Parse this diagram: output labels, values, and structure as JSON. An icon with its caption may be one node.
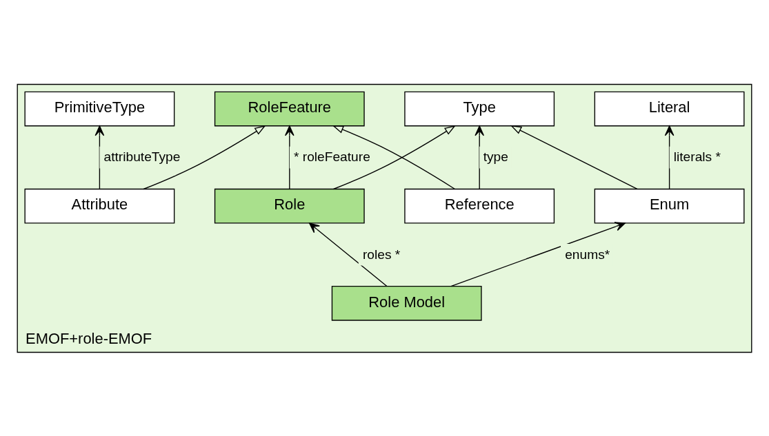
{
  "diagram": {
    "nodes": [
      {
        "text": [
          "EMOF+role-EMOF"
        ]
      },
      {
        "text": [
          "Literal"
        ],
        "in": 0
      },
      {
        "text": [
          "Type"
        ],
        "in": 0
      },
      {
        "text": [
          "Enum"
        ],
        "in": 0
      },
      {
        "text": [
          "Role Model"
        ],
        "in": 0
      },
      {
        "text": [
          "Role"
        ],
        "in": 0
      },
      {
        "text": [
          "RoleFeature"
        ],
        "in": 0
      },
      {
        "text": [
          "PrimitiveType"
        ],
        "in": 0
      },
      {
        "text": [
          "Attribute"
        ],
        "in": 0
      },
      {
        "text": [
          "Reference"
        ],
        "in": 0
      }
    ],
    "edges": [
      {
        "from": 3,
        "to": 1,
        "arrow": "to",
        "label": "literals *"
      },
      {
        "from": 3,
        "to": 2,
        "arrow": "to"
      },
      {
        "from": 4,
        "to": 3,
        "arrow": "to",
        "label": "enums*"
      },
      {
        "from": 4,
        "to": 5,
        "arrow": "to",
        "label": "roles *"
      },
      {
        "from": 5,
        "to": 2,
        "arrow": "to"
      },
      {
        "from": 5,
        "to": 6,
        "arrow": "to",
        "label": "* roleFeature"
      },
      {
        "from": 8,
        "to": 6,
        "arrow": "to"
      },
      {
        "from": 9,
        "to": 6,
        "arrow": "to"
      },
      {
        "from": 8,
        "to": 7,
        "arrow": "to",
        "label": "attributeType"
      },
      {
        "from": 9,
        "to": 2,
        "arrow": "to",
        "label": "type"
      }
    ]
  }
}
